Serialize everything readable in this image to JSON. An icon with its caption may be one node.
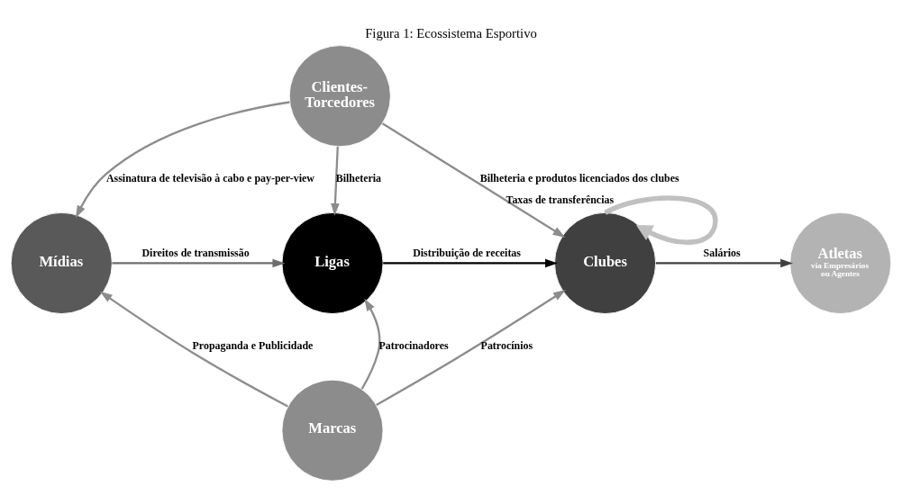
{
  "diagram": {
    "title": "Figura 1: Ecossistema Esportivo",
    "nodes": [
      {
        "text": [
          "Clientes-Torcedores"
        ]
      },
      {
        "text": [
          "Mídias"
        ]
      },
      {
        "text": [
          "Ligas"
        ]
      },
      {
        "text": [
          "Clubes"
        ]
      },
      {
        "text": [
          "Atletas",
          "via Empresários ou Agentes"
        ]
      },
      {
        "text": [
          "Marcas"
        ]
      }
    ],
    "edges": [
      {
        "from": 0,
        "to": 1,
        "arrow": "to",
        "label": "Assinatura de televisão à cabo e pay-per-view"
      },
      {
        "from": 0,
        "to": 2,
        "arrow": "to",
        "label": "Bilheteria"
      },
      {
        "from": 0,
        "to": 3,
        "arrow": "to",
        "label": "Bilheteria e produtos licenciados dos clubes"
      },
      {
        "from": 1,
        "to": 2,
        "arrow": "to",
        "label": "Direitos de transmissão",
        "color": "#6e6e6e"
      },
      {
        "from": 2,
        "to": 3,
        "arrow": "to",
        "label": "Distribuição de receitas",
        "color": "#000000"
      },
      {
        "from": 3,
        "to": 4,
        "arrow": "to",
        "label": "Salários",
        "color": "#404040"
      },
      {
        "from": 3,
        "to": 3,
        "arrow": "to",
        "label": "Taxas de transferências",
        "color": "#c0c0c0",
        "style": "thick"
      },
      {
        "from": 5,
        "to": 1,
        "arrow": "to",
        "label": "Propaganda e Publicidade"
      },
      {
        "from": 5,
        "to": 2,
        "arrow": "to",
        "label": "Patrocinadores"
      },
      {
        "from": 5,
        "to": 3,
        "arrow": "to",
        "label": "Patrocínios"
      }
    ]
  }
}
